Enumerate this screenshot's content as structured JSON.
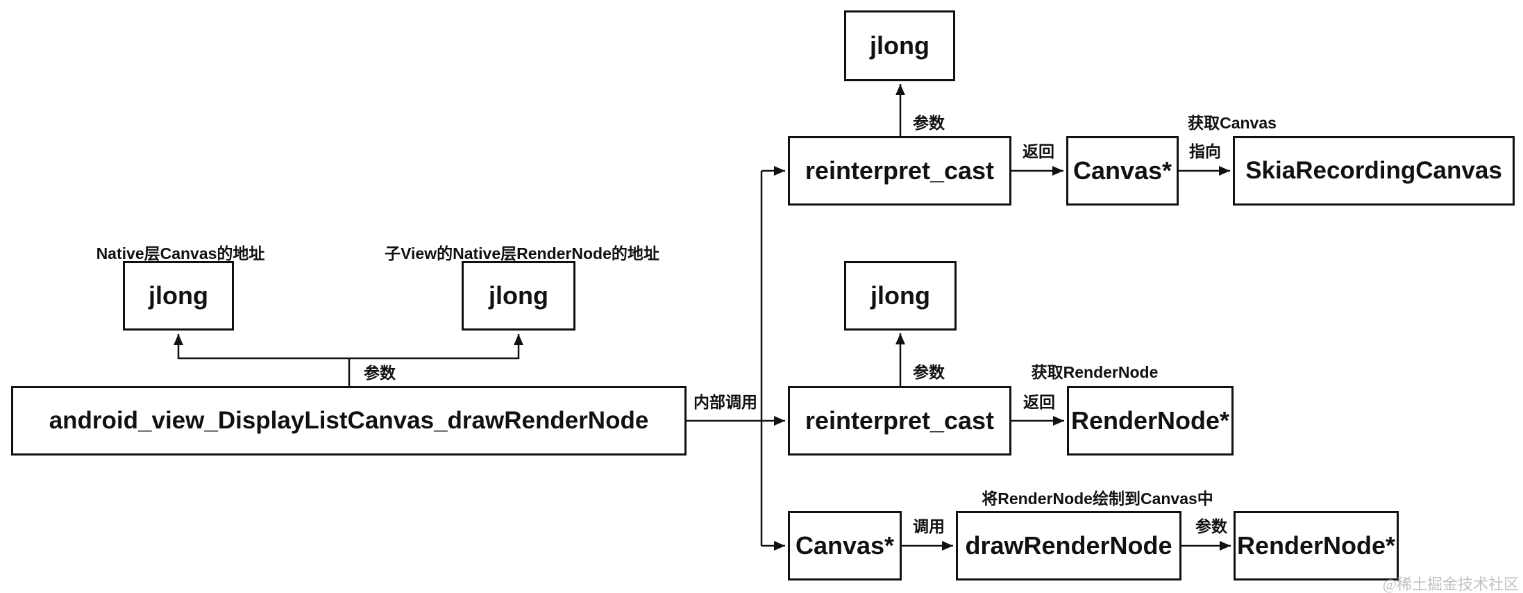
{
  "diagram": {
    "title_context": "JNI drawRenderNode call flow",
    "nodes": {
      "jlong_param_canvas": "jlong",
      "jlong_param_rendernode": "jlong",
      "main_fn": "android_view_DisplayListCanvas_drawRenderNode",
      "jlong_top": "jlong",
      "reinterpret_cast_top": "reinterpret_cast",
      "canvas_ptr_top": "Canvas*",
      "skia_recording_canvas": "SkiaRecordingCanvas",
      "jlong_mid": "jlong",
      "reinterpret_cast_mid": "reinterpret_cast",
      "rendernode_ptr_mid": "RenderNode*",
      "canvas_ptr_bottom": "Canvas*",
      "draw_rendernode": "drawRenderNode",
      "rendernode_ptr_bottom": "RenderNode*"
    },
    "edge_labels": {
      "param_left": "参数",
      "internal_call": "内部调用",
      "param_top": "参数",
      "return_top": "返回",
      "get_canvas": "获取Canvas",
      "points_to": "指向",
      "param_mid": "参数",
      "get_rendernode": "获取RenderNode",
      "return_mid": "返回",
      "call": "调用",
      "draw_note": "将RenderNode绘制到Canvas中",
      "param_bottom": "参数"
    },
    "annotations": {
      "canvas_addr": "Native层Canvas的地址",
      "rendernode_addr": "子View的Native层RenderNode的地址"
    },
    "watermark": "@稀土掘金技术社区",
    "colors": {
      "line": "#111111",
      "box_background": "#ffffff",
      "watermark": "#c0c0c0"
    }
  }
}
